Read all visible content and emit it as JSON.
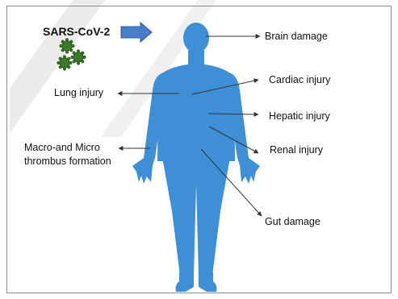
{
  "virus": {
    "label": "SARS-CoV-2",
    "arrow_color": "#4a7cc9",
    "particle_color": "#3a7a2a",
    "icon": "virus-icon"
  },
  "body": {
    "color": "#3e8fd6",
    "icon": "human-body-icon"
  },
  "labels": {
    "brain": "Brain damage",
    "cardiac": "Cardiac injury",
    "lung": "Lung injury",
    "hepatic": "Hepatic injury",
    "renal": "Renal injury",
    "thrombus_line1": "Macro-and Micro",
    "thrombus_line2": "thrombus formation",
    "gut": "Gut damage"
  },
  "colors": {
    "line": "#333333",
    "text": "#111111",
    "watermark": "#ebebeb"
  }
}
